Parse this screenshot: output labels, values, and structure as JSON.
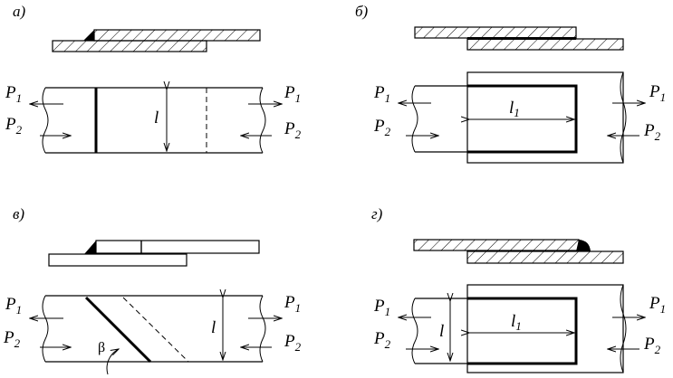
{
  "panels": [
    {
      "id": "a",
      "label": "a)",
      "P1": "P",
      "P1_sub": "1",
      "P2": "P",
      "P2_sub": "2",
      "dim_label": "l"
    },
    {
      "id": "b",
      "label": "б)",
      "P1": "P",
      "P1_sub": "1",
      "P2": "P",
      "P2_sub": "2",
      "dim_label": "l",
      "dim_sub": "1"
    },
    {
      "id": "v",
      "label": "в)",
      "P1": "P",
      "P1_sub": "1",
      "P2": "P",
      "P2_sub": "2",
      "dim_label": "l",
      "angle_label": "β"
    },
    {
      "id": "g",
      "label": "г)",
      "P1": "P",
      "P1_sub": "1",
      "P2": "P",
      "P2_sub": "2",
      "dim_label": "l",
      "dim_label2": "l",
      "dim_sub": "1"
    }
  ]
}
